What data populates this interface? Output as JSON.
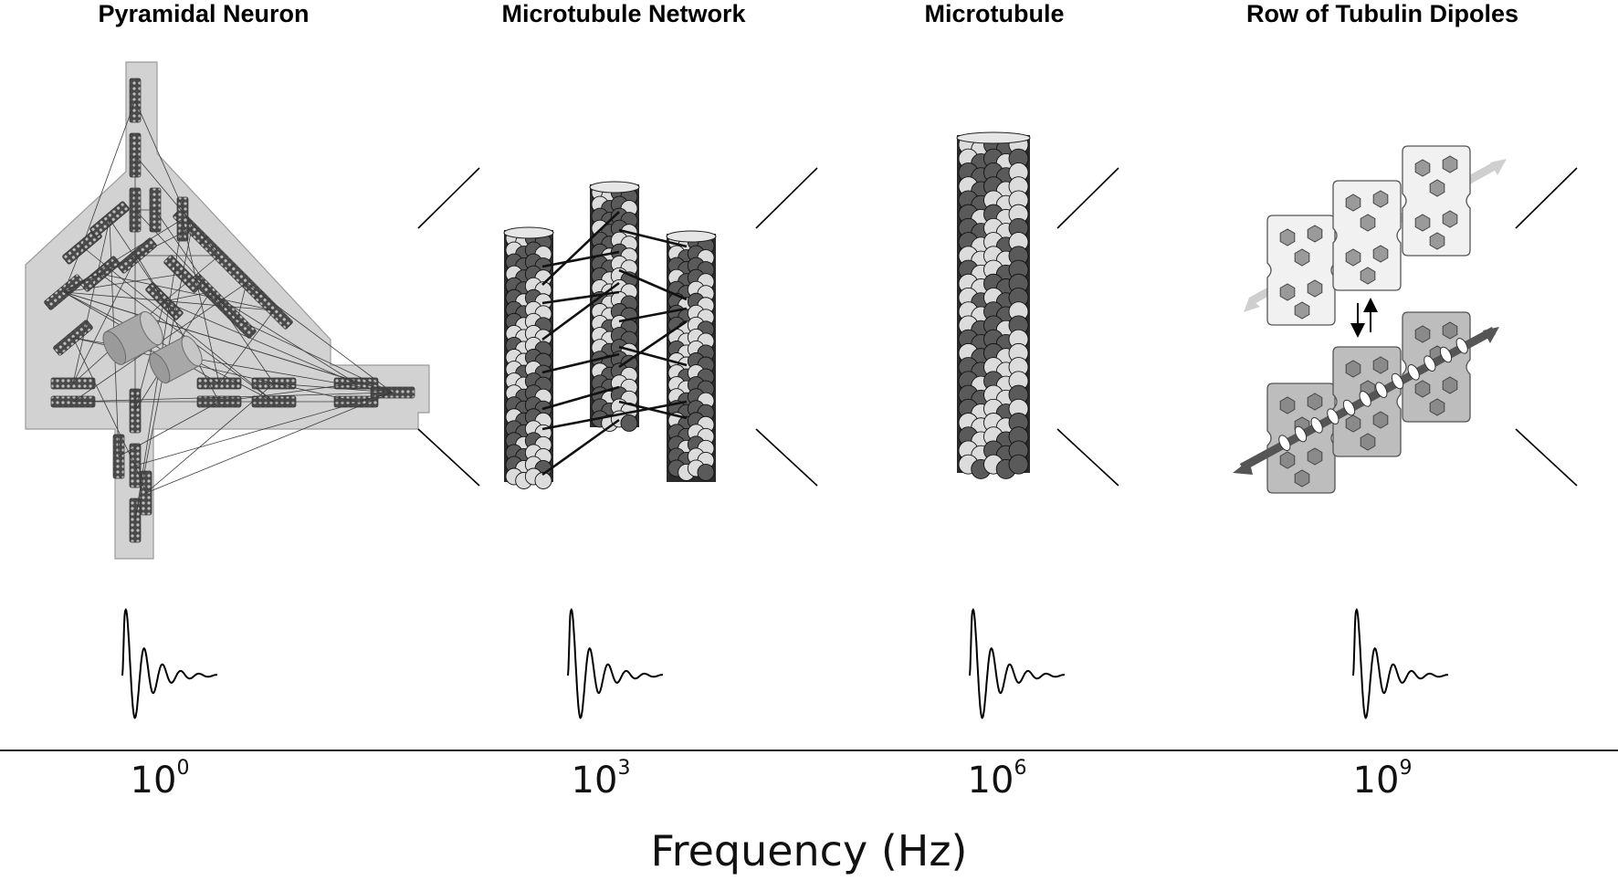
{
  "panels": [
    {
      "title": "Pyramidal Neuron",
      "exponent_base": "10",
      "exponent": "0"
    },
    {
      "title": "Microtubule Network",
      "exponent_base": "10",
      "exponent": "3"
    },
    {
      "title": "Microtubule",
      "exponent_base": "10",
      "exponent": "6"
    },
    {
      "title": "Row of Tubulin Dipoles",
      "exponent_base": "10",
      "exponent": "9"
    }
  ],
  "axis_title": "Frequency (Hz)",
  "colors": {
    "neuron_fill": "#d2d2d2",
    "tubulin_dark": "#5a5a5a",
    "tubulin_light": "#dcdcdc",
    "dipole_light_plate": "#f1f1f1",
    "dipole_dark_plate": "#bdbdbd",
    "ink": "#000000"
  }
}
